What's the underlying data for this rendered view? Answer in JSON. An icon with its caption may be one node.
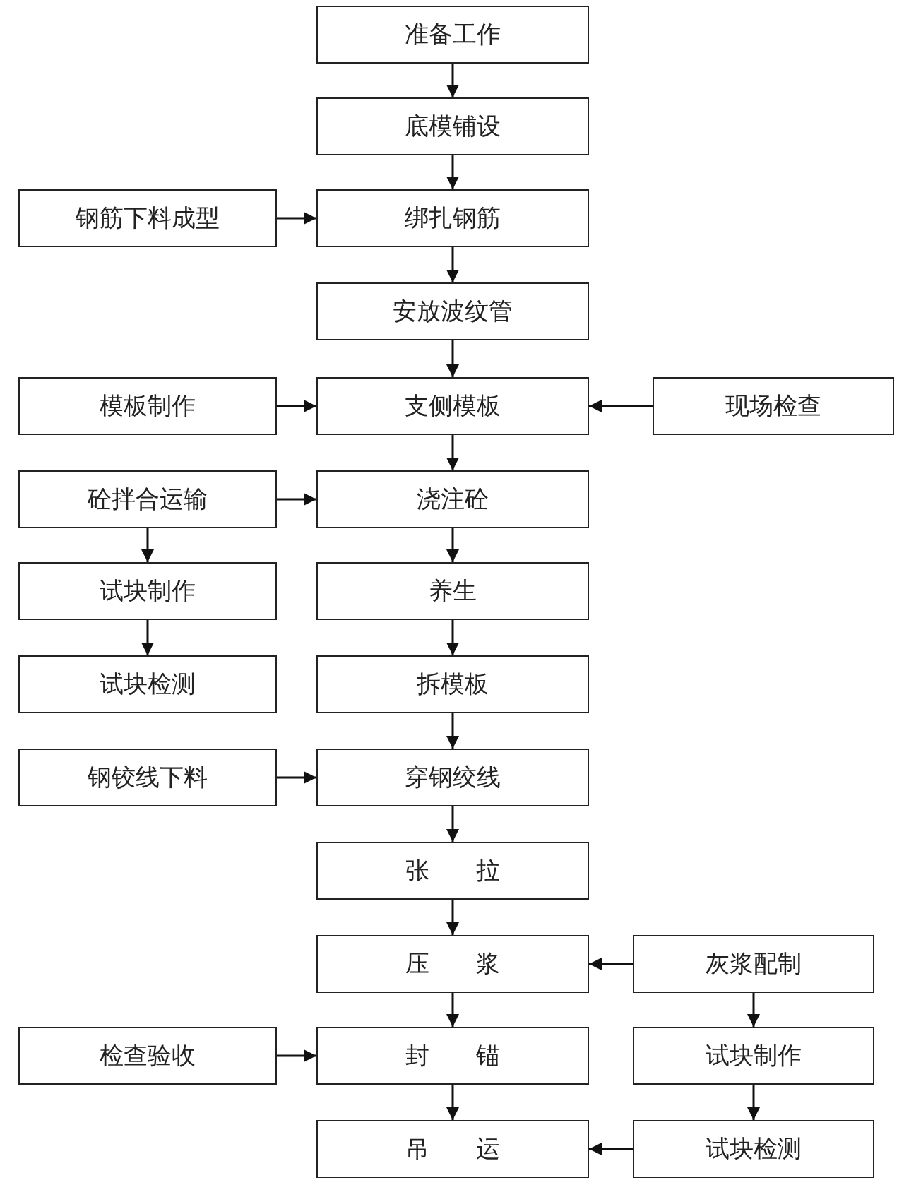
{
  "diagram": {
    "nodes": [
      {
        "text": [
          "准备工作"
        ]
      },
      {
        "text": [
          "底模铺设"
        ]
      },
      {
        "text": [
          "钢筋下料成型"
        ]
      },
      {
        "text": [
          "绑扎钢筋"
        ]
      },
      {
        "text": [
          "安放波纹管"
        ]
      },
      {
        "text": [
          "模板制作"
        ]
      },
      {
        "text": [
          "支侧模板"
        ]
      },
      {
        "text": [
          "现场检查"
        ]
      },
      {
        "text": [
          "砼拌合运输"
        ]
      },
      {
        "text": [
          "浇注砼"
        ]
      },
      {
        "text": [
          "试块制作"
        ]
      },
      {
        "text": [
          "养生"
        ]
      },
      {
        "text": [
          "试块检测"
        ]
      },
      {
        "text": [
          "拆模板"
        ]
      },
      {
        "text": [
          "钢铰线下料"
        ]
      },
      {
        "text": [
          "穿钢绞线"
        ]
      },
      {
        "text": [
          "张 拉"
        ]
      },
      {
        "text": [
          "压 浆"
        ]
      },
      {
        "text": [
          "灰浆配制"
        ]
      },
      {
        "text": [
          "检查验收"
        ]
      },
      {
        "text": [
          "封 锚"
        ]
      },
      {
        "text": [
          "试块制作"
        ]
      },
      {
        "text": [
          "吊 运"
        ]
      },
      {
        "text": [
          "试块检测"
        ]
      }
    ],
    "edges": [
      {
        "from": 0,
        "to": 1,
        "arrow": "to"
      },
      {
        "from": 1,
        "to": 3,
        "arrow": "to"
      },
      {
        "from": 2,
        "to": 3,
        "arrow": "to"
      },
      {
        "from": 3,
        "to": 4,
        "arrow": "to"
      },
      {
        "from": 4,
        "to": 6,
        "arrow": "to"
      },
      {
        "from": 5,
        "to": 6,
        "arrow": "to"
      },
      {
        "from": 7,
        "to": 6,
        "arrow": "to"
      },
      {
        "from": 6,
        "to": 9,
        "arrow": "to"
      },
      {
        "from": 8,
        "to": 9,
        "arrow": "to"
      },
      {
        "from": 8,
        "to": 10,
        "arrow": "to"
      },
      {
        "from": 10,
        "to": 12,
        "arrow": "to"
      },
      {
        "from": 9,
        "to": 11,
        "arrow": "to"
      },
      {
        "from": 11,
        "to": 13,
        "arrow": "to"
      },
      {
        "from": 13,
        "to": 15,
        "arrow": "to"
      },
      {
        "from": 14,
        "to": 15,
        "arrow": "to"
      },
      {
        "from": 15,
        "to": 16,
        "arrow": "to"
      },
      {
        "from": 16,
        "to": 17,
        "arrow": "to"
      },
      {
        "from": 18,
        "to": 17,
        "arrow": "to"
      },
      {
        "from": 17,
        "to": 20,
        "arrow": "to"
      },
      {
        "from": 18,
        "to": 21,
        "arrow": "to"
      },
      {
        "from": 19,
        "to": 20,
        "arrow": "to"
      },
      {
        "from": 20,
        "to": 22,
        "arrow": "to"
      },
      {
        "from": 21,
        "to": 23,
        "arrow": "to"
      },
      {
        "from": 23,
        "to": 22,
        "arrow": "to"
      }
    ]
  }
}
